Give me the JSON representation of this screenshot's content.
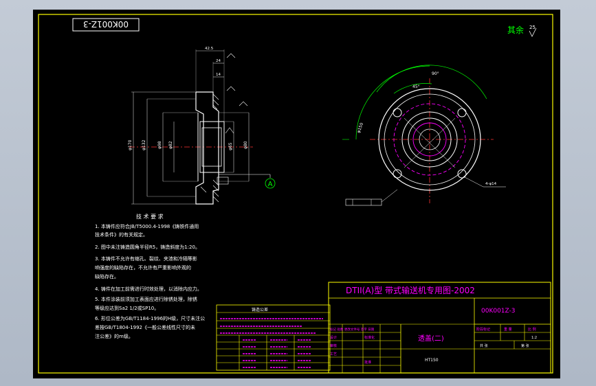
{
  "drawing_number_flipped": "00K001Z-3",
  "roughness_note": "其余",
  "roughness_value": "25",
  "section_marker": "A",
  "tech_requirements": {
    "title": "技 术 要 求",
    "items": [
      "1. 本铸件应符合JB/T5000.4-1998《铸铁件通用",
      "   技术条件》的有关规定。",
      "2. 图中未注铸造圆角半径R5，铸造斜度为1:20。",
      "3. 本铸件不允许有缩孔、裂纹、夹渣和冷隔等影",
      "   响强度的缺陷存在，不允许有严重影响外观的",
      "   缺陷存在。",
      "4. 铸件在加工前需进行时效处理，以消除内应力。",
      "5. 本件涂装前须加工表面应进行除锈处理，除锈",
      "   等级应达到Sa2 1/2或SP10。",
      "6. 形位公差为GB/T1184-1996的H级，尺寸未注公",
      "   差按GB/T1804-1992《一般公差线性尺寸的未",
      "   注公差》的m级。"
    ]
  },
  "small_table_title": "铸造公差",
  "title_block": {
    "main_title": "DTII(A)型  带式输送机专用图-2002",
    "drawing_number": "00K001Z-3",
    "part_name": "透盖(二)",
    "material": "HT150",
    "scale": "1:2",
    "labels": {
      "stage": "阶段标记",
      "weight": "重 量",
      "ratio": "比 例",
      "sheet_total": "共   张",
      "sheet": "第   张",
      "design": "设计",
      "check": "审核",
      "craft": "工艺",
      "standard": "标准化",
      "approve": "批准",
      "marks": "标记 处数 更改文件号 签字 日期"
    }
  },
  "dimensions": {
    "top1": "42.5",
    "top2": "24",
    "top3": "14",
    "d1": "φ170",
    "d2": "φ132",
    "d3": "φ98",
    "d4": "φ82",
    "d5": "φ65",
    "d6": "φ80",
    "bolt_circle": "φ150",
    "angle1": "45°",
    "angle2": "90°",
    "holes": "4-φ14"
  }
}
